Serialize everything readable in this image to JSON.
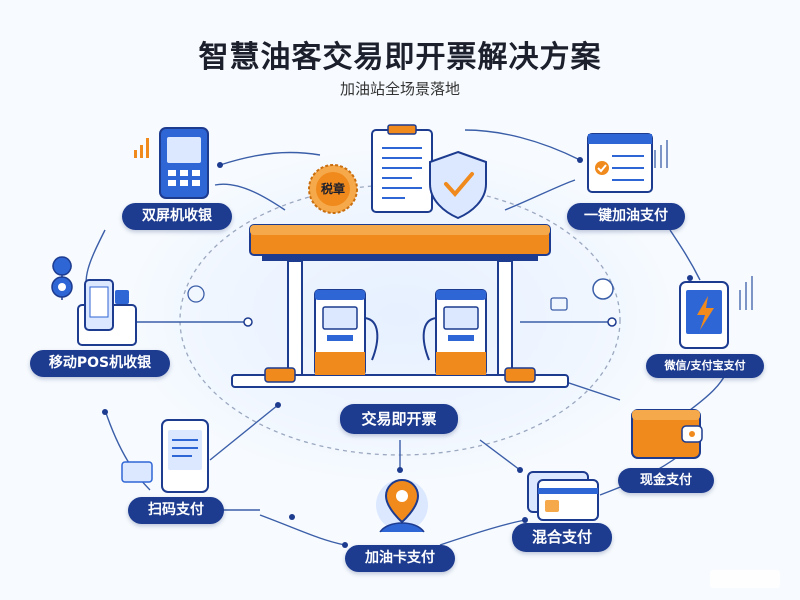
{
  "title": "智慧油客交易即开票解决方案",
  "subtitle": "加油站全场景落地",
  "center": {
    "seal_text": "税章",
    "main_label": "交易即开票"
  },
  "nodes": {
    "dual_screen": "双屏机收银",
    "mobile_pos": "移动POS机收银",
    "scan_pay": "扫码支付",
    "fuel_card": "加油卡支付",
    "mixed_pay": "混合支付",
    "cash_pay": "现金支付",
    "wechat_alipay": "微信/支付宝支付",
    "one_click": "一键加油支付"
  },
  "colors": {
    "navy": "#1d3b8f",
    "orange": "#f08a1c",
    "blue": "#2f66d6",
    "light_blue": "#dbe8ff"
  }
}
